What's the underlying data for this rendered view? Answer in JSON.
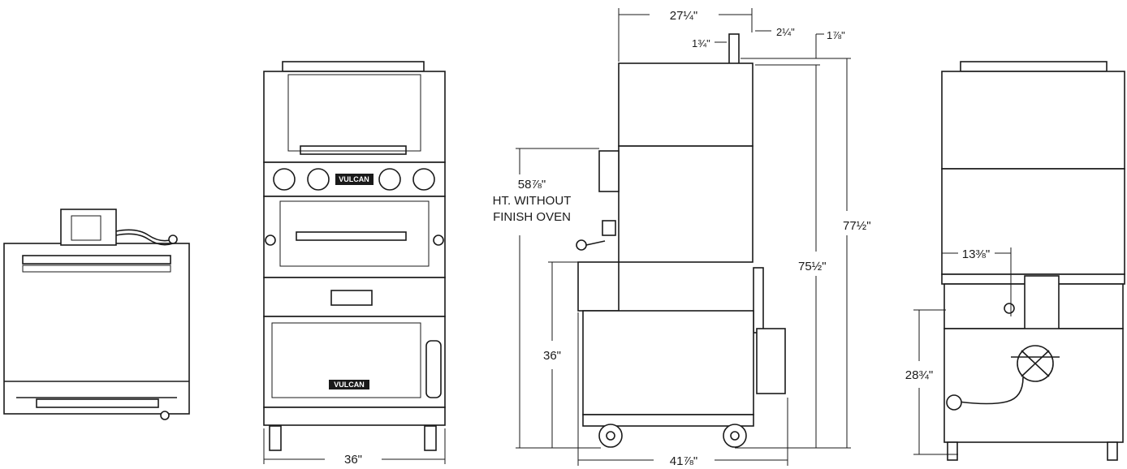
{
  "brand": {
    "badge": "VULCAN"
  },
  "dimensions": {
    "front_width": "36\"",
    "side_depth_top": "27¼\"",
    "side_offset_right": "2¼\"",
    "side_offset_left": "1¾\"",
    "side_top_gap": "1⅞\"",
    "side_total_height": "77½\"",
    "side_height": "75½\"",
    "side_ht_without_line1": "58⅞\"",
    "side_ht_without_line2": "HT. WITHOUT",
    "side_ht_without_line3": "FINISH OVEN",
    "side_lower_height": "36\"",
    "side_depth_bottom": "41⅞\"",
    "rear_offset": "13⅜\"",
    "rear_height": "28¾\""
  }
}
